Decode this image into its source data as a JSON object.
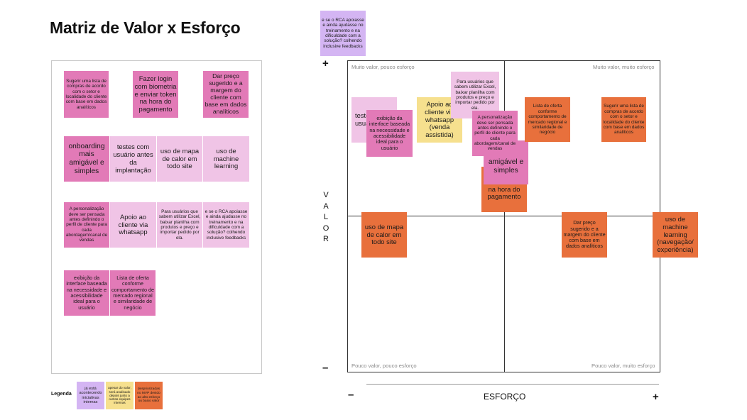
{
  "title": "Matriz de Valor x Esforço",
  "panel_notes": [
    {
      "text": "Sugerir uma lista de compras de acordo com o setor e localidade do cliente com base em dados analíticos",
      "color": "pink"
    },
    {
      "text": "Fazer login com biometria e enviar token na hora do pagamento",
      "color": "pink"
    },
    {
      "text": "Dar preço sugerido e a margem do cliente com base em dados analíticos",
      "color": "pink"
    },
    {
      "text": "onboarding mais amigável e simples",
      "color": "pink"
    },
    {
      "text": "testes com usuário antes da implantação",
      "color": "light-pink"
    },
    {
      "text": "uso de mapa de calor em todo site",
      "color": "light-pink"
    },
    {
      "text": "uso de machine learning",
      "color": "light-pink"
    },
    {
      "text": "A  personalização deve ser pensada antes definindo o perfil de cliente para cada abordagem/canal de vendas",
      "color": "pink"
    },
    {
      "text": "Apoio ao cliente via whatsapp",
      "color": "light-pink"
    },
    {
      "text": "Para usuários que sabem utilizar Excel, baixar planilha  com produtos e preço e importar pedido por ela.",
      "color": "light-pink"
    },
    {
      "text": "e se o RCA apoiasse e ainda ajudasse no treinamento e na dificuldade com a solução? colhendo inclusive feedbacks",
      "color": "light-pink"
    },
    {
      "text": "exibição da interface baseada na necessidade e acessibilidade ideal para o usuário",
      "color": "pink"
    },
    {
      "text": "Lista de oferta conforme comportamento de mercado regional e similaridade de negócio",
      "color": "pink"
    }
  ],
  "top_note": {
    "text": "e se o RCA apoiasse e ainda ajudasse no treinamento e na dificuldade com a solução? colhendo inclusive feedbacks",
    "color": "purple"
  },
  "matrix": {
    "quadrants": {
      "top_left": "Muito valor, pouco esforço",
      "top_right": "Muito valor, muito esforço",
      "bottom_left": "Pouco valor, pouco esforço",
      "bottom_right": "Pouco valor, muito esforço"
    },
    "y_axis": {
      "label": "VALOR",
      "plus": "+",
      "minus": "–"
    },
    "x_axis": {
      "label": "ESFORÇO",
      "plus": "+",
      "minus": "–"
    },
    "notes": [
      {
        "text": "testes com usuá impl",
        "color": "light-pink"
      },
      {
        "text": "Apoio ao cliente via whatsapp (venda assistida)",
        "color": "yellow"
      },
      {
        "text": "exibição da interface baseada na necessidade e acessibilidade ideal para o usuário",
        "color": "pink"
      },
      {
        "text": "Para usuários que sabem utilizar Excel, baixar planilha com produtos e preço e importar pedido por ela.",
        "color": "light-pink"
      },
      {
        "text": "A  personalização deve ser pensada antes definindo o perfil de cliente para cada abordagem/canal de vendas",
        "color": "pink"
      },
      {
        "text": "e enviar token na hora do pagamento",
        "color": "orange"
      },
      {
        "text": "mais amigável e simples",
        "color": "pink"
      },
      {
        "text": "Lista de oferta conforme comportamento de mercado regional e similaridade de negócio",
        "color": "orange"
      },
      {
        "text": "Sugerir uma lista de compras de acordo com o setor e localidade do cliente com base em dados analíticos",
        "color": "orange"
      },
      {
        "text": "uso de mapa de calor em todo site",
        "color": "orange"
      },
      {
        "text": "Dar preço sugerido e a margem do cliente com base em dados analíticos",
        "color": "orange"
      },
      {
        "text": "uso de machine learning (navegação/ experiência)",
        "color": "orange"
      }
    ]
  },
  "legend": {
    "label": "Legenda",
    "items": [
      {
        "text": "já está acontecendo iniciativas internas",
        "color": "purple"
      },
      {
        "text": "apesar do valor, será analisado depois junto a outras equipes internas",
        "color": "yellow"
      },
      {
        "text": "despriorizadas no MVP devido ao alto esforço ou baixo valor",
        "color": "orange"
      }
    ]
  },
  "colors": {
    "pink": "#e27ab7",
    "light-pink": "#f0c4e6",
    "orange": "#e8703c",
    "yellow": "#f6e08e",
    "purple": "#d4b5f3"
  }
}
